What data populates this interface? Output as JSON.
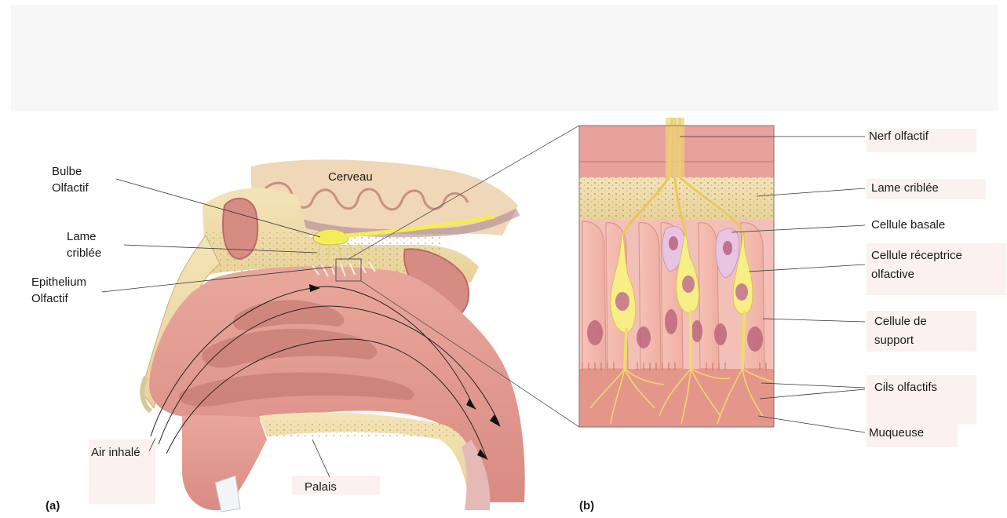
{
  "panel_a": {
    "letter": "(a)",
    "labels": {
      "cerveau": "Cerveau",
      "bulbe_line1": "Bulbe",
      "bulbe_line2": "Olfactif",
      "lame_line1": "Lame",
      "lame_line2": "criblée",
      "epithelium_line1": "Epithelium",
      "epithelium_line2": "Olfactif",
      "air": "Air inhalé",
      "palais": "Palais"
    }
  },
  "panel_b": {
    "letter": "(b)",
    "labels": {
      "nerf": "Nerf olfactif",
      "lame": "Lame criblée",
      "basale": "Cellule basale",
      "receptrice_line1": "Cellule réceptrice",
      "receptrice_line2": "olfactive",
      "support_line1": "Cellule de",
      "support_line2": "support",
      "cils": "Cils olfactifs",
      "muqueuse": "Muqueuse"
    }
  }
}
